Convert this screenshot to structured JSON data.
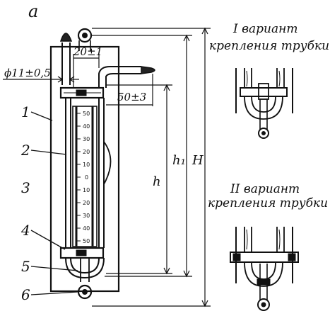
{
  "figure_letter": "а",
  "part_labels": [
    "1",
    "2",
    "3",
    "4",
    "5",
    "6"
  ],
  "dimensions": {
    "tube_diameter": "ϕ11±0,5",
    "bracket_width": "20±1",
    "outlet_offset": "50±3",
    "height_h": "h",
    "height_h1": "h₁",
    "height_H": "H"
  },
  "scale_ticks": [
    "50",
    "40",
    "30",
    "20",
    "10",
    "0",
    "10",
    "20",
    "30",
    "40",
    "50"
  ],
  "variant_1": {
    "line1": "I вариант",
    "line2": "крепления трубки"
  },
  "variant_2": {
    "line1": "II вариант",
    "line2": "крепления трубки"
  }
}
